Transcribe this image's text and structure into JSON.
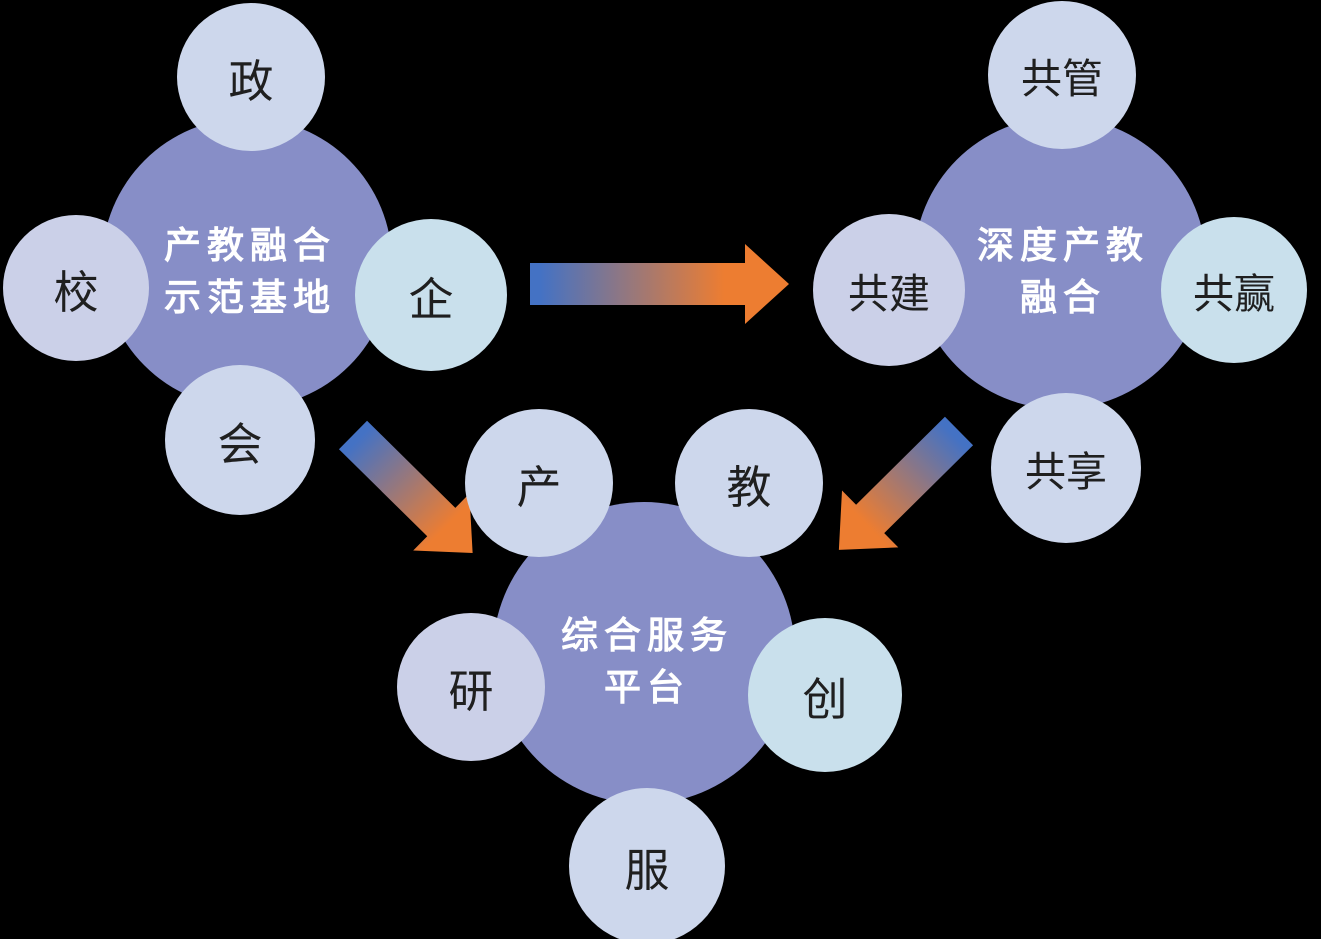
{
  "canvas": {
    "background": "#000000"
  },
  "colors": {
    "main_circle": "#878EC7",
    "satellite_lavender": "#CDD7EC",
    "satellite_lavender_dark": "#CBD0E8",
    "satellite_blue": "#C9E0EC",
    "title_text": "#FFFFFF",
    "satellite_text": "#1F1F1F",
    "arrow_blue": "#4472C4",
    "arrow_orange": "#ED7D31"
  },
  "clusters": [
    {
      "id": "demo-base",
      "title_lines": [
        "产教融合",
        "示范基地"
      ],
      "satellites": [
        {
          "label": "政",
          "position": "top"
        },
        {
          "label": "校",
          "position": "left"
        },
        {
          "label": "企",
          "position": "right"
        },
        {
          "label": "会",
          "position": "bottom"
        }
      ]
    },
    {
      "id": "deep-integration",
      "title_lines": [
        "深度产教",
        "融合"
      ],
      "satellites": [
        {
          "label": "共管",
          "position": "top"
        },
        {
          "label": "共建",
          "position": "left"
        },
        {
          "label": "共赢",
          "position": "right"
        },
        {
          "label": "共享",
          "position": "bottom"
        }
      ]
    },
    {
      "id": "service-platform",
      "title_lines": [
        "综合服务",
        "平台"
      ],
      "satellites": [
        {
          "label": "产",
          "position": "top-left"
        },
        {
          "label": "教",
          "position": "top-right"
        },
        {
          "label": "研",
          "position": "left"
        },
        {
          "label": "创",
          "position": "right"
        },
        {
          "label": "服",
          "position": "bottom"
        }
      ]
    }
  ],
  "arrows": [
    {
      "id": "base-to-deep",
      "from": "demo-base",
      "to": "deep-integration",
      "direction": "right",
      "gradient": [
        "#4472C4",
        "#ED7D31"
      ]
    },
    {
      "id": "base-to-platform",
      "from": "demo-base",
      "to": "service-platform",
      "direction": "down-right",
      "gradient": [
        "#4472C4",
        "#ED7D31"
      ]
    },
    {
      "id": "deep-to-platform",
      "from": "deep-integration",
      "to": "service-platform",
      "direction": "down-left",
      "gradient": [
        "#4472C4",
        "#ED7D31"
      ]
    }
  ]
}
